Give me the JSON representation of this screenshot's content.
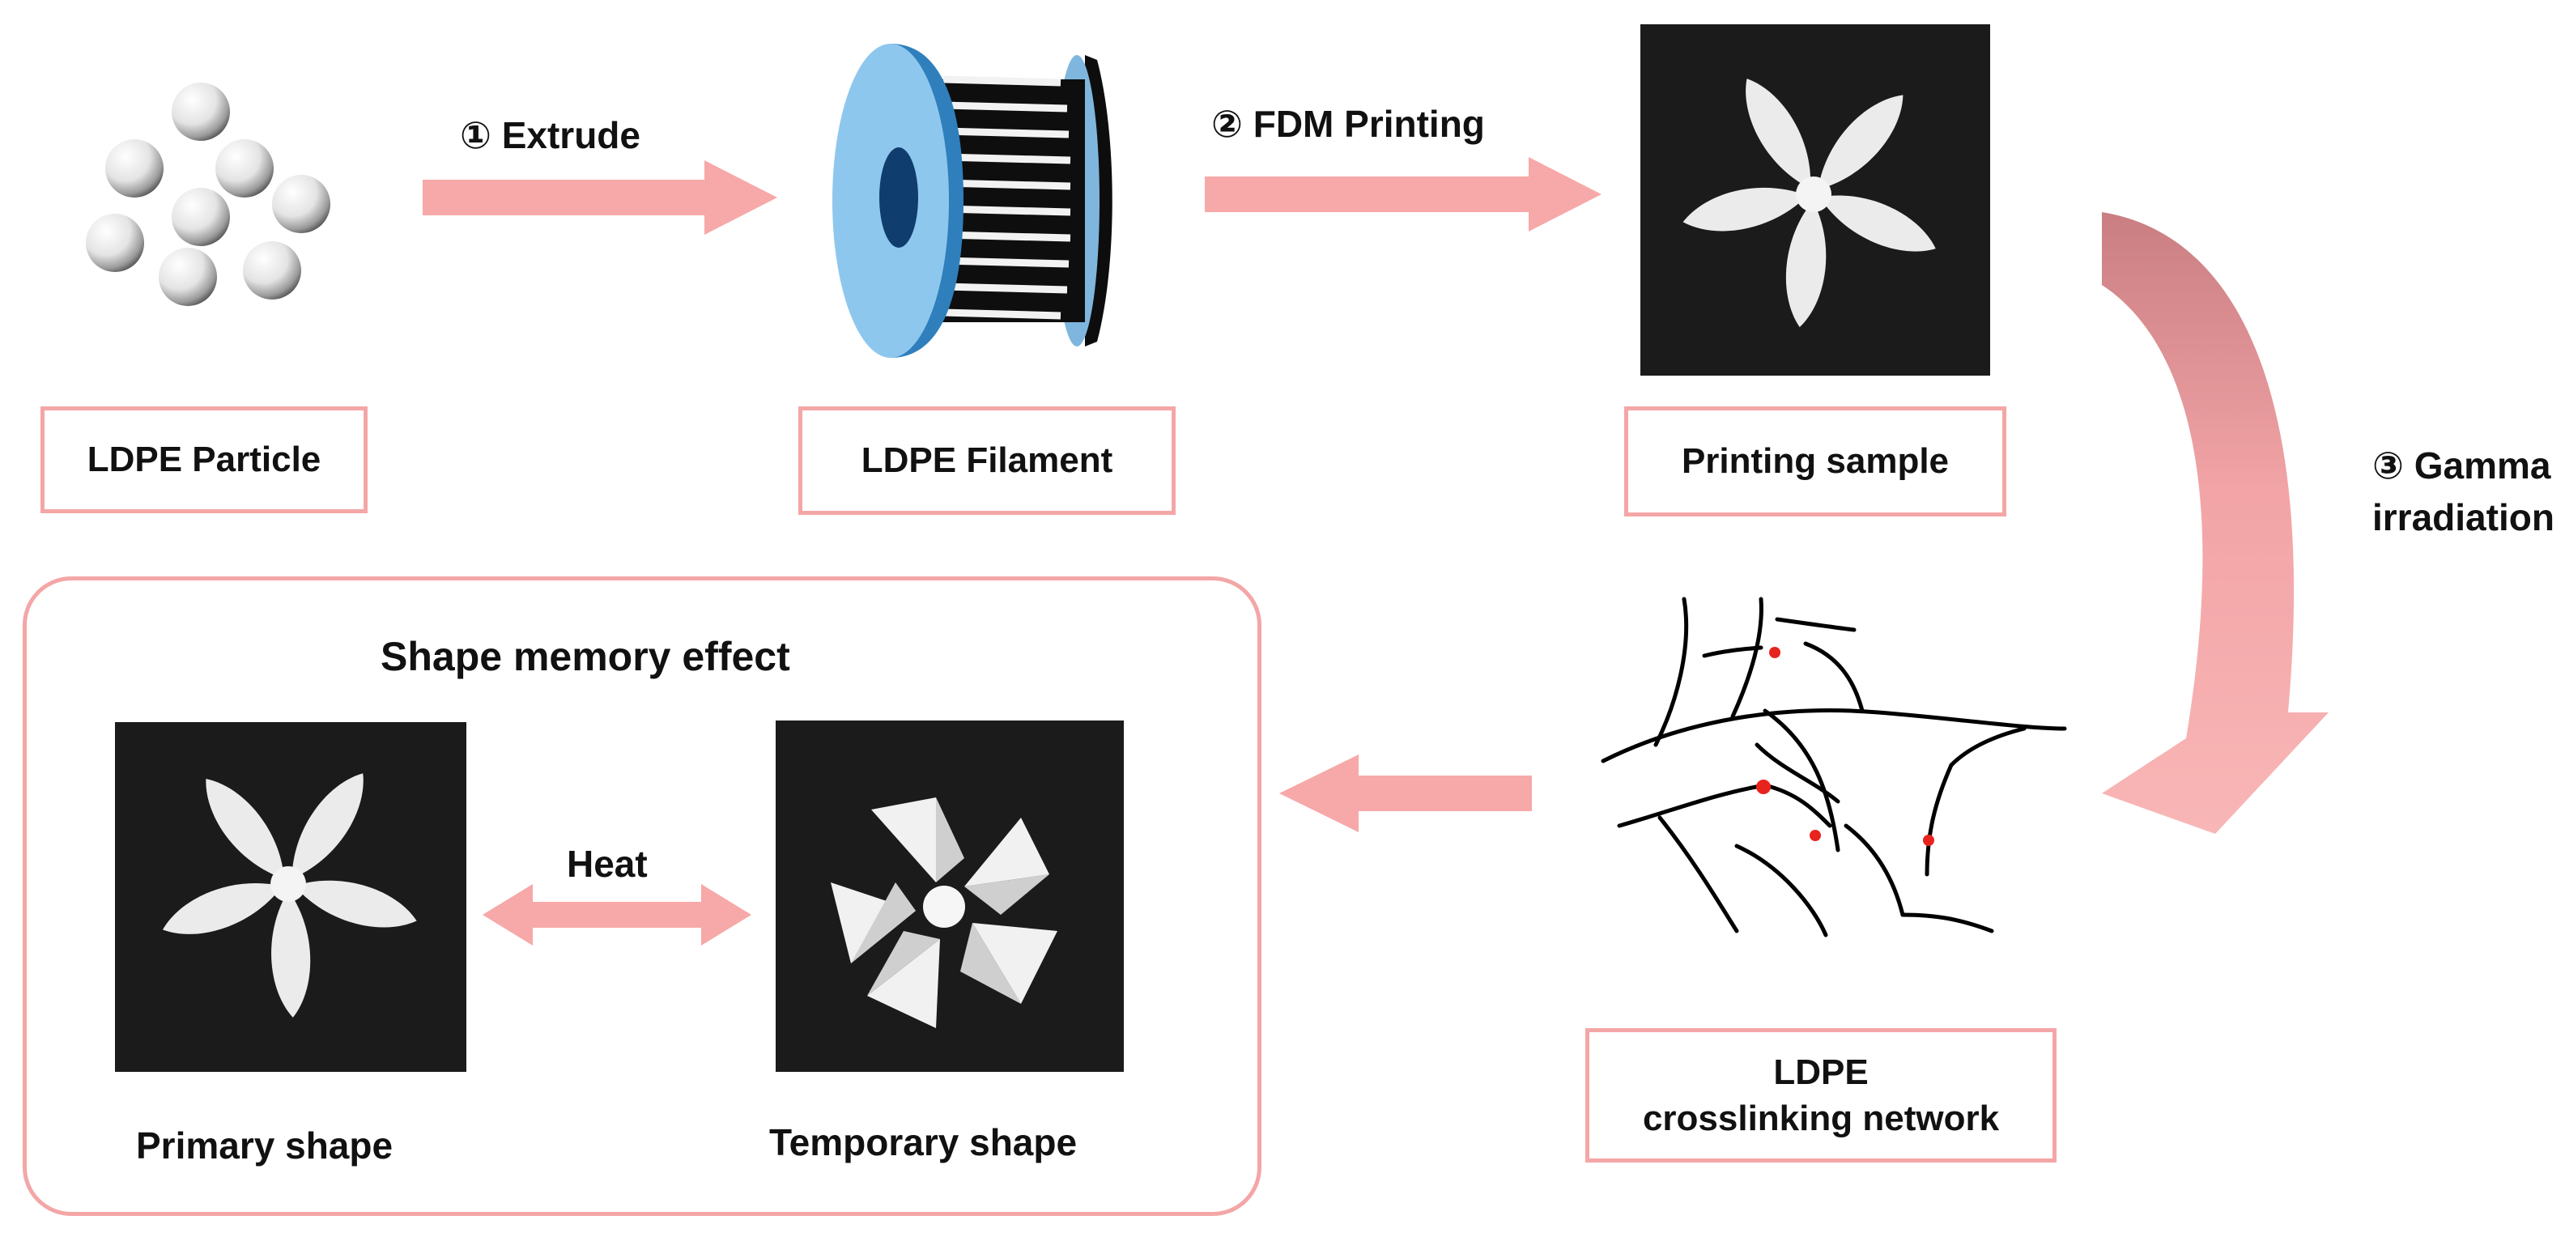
{
  "stages": {
    "particle": {
      "label": "LDPE Particle"
    },
    "filament": {
      "label": "LDPE Filament"
    },
    "printing_sample": {
      "label": "Printing sample"
    },
    "network": {
      "label_line1": "LDPE",
      "label_line2": "crosslinking network"
    }
  },
  "steps": {
    "extrude": "① Extrude",
    "fdm": "② FDM Printing",
    "gamma_line1": "③ Gamma",
    "gamma_line2": "irradiation"
  },
  "shape_memory": {
    "title": "Shape memory effect",
    "heat": "Heat",
    "primary": "Primary shape",
    "temporary": "Temporary shape"
  },
  "colors": {
    "arrow": "#f7a8a8",
    "box_border": "#f4a6a6",
    "spool_blue": "#8ec7ee",
    "spool_hole": "#0f3d6e",
    "crosslink_dot": "#e8231e"
  }
}
